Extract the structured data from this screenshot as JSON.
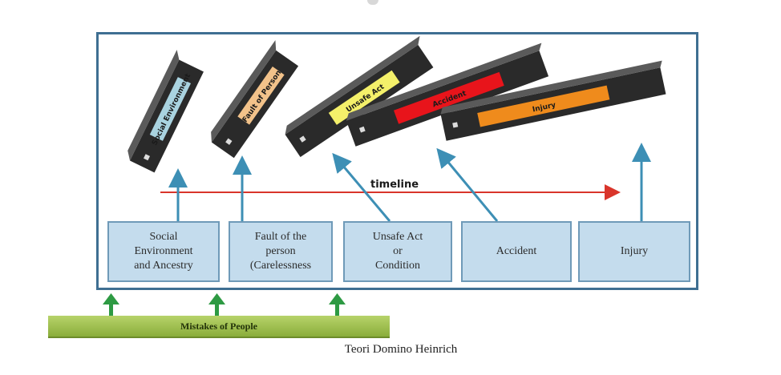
{
  "title": "Teori Domino Heinrich",
  "timeline_label": "timeline",
  "foundation_label": "Mistakes of People",
  "dominoes": [
    {
      "label": "Social Environment",
      "color": "#a9d3e0"
    },
    {
      "label": "Fault of Person",
      "color": "#f2c28a"
    },
    {
      "label": "Unsafe Act",
      "color": "#f4f06a"
    },
    {
      "label": "Accident",
      "color": "#e8141b"
    },
    {
      "label": "Injury",
      "color": "#ef8b1c"
    }
  ],
  "boxes": [
    {
      "label": "Social\nEnvironment\nand Ancestry"
    },
    {
      "label": "Fault of the\nperson\n(Carelessness"
    },
    {
      "label": "Unsafe Act\nor\nCondition"
    },
    {
      "label": "Accident"
    },
    {
      "label": "Injury"
    }
  ],
  "colors": {
    "frame": "#3f6f92",
    "box_fill": "#c4dced",
    "arrow_blue": "#3d8fb5",
    "arrow_green": "#2d9a43",
    "timeline": "#d9352b",
    "foundation": "#9cbf4c"
  }
}
